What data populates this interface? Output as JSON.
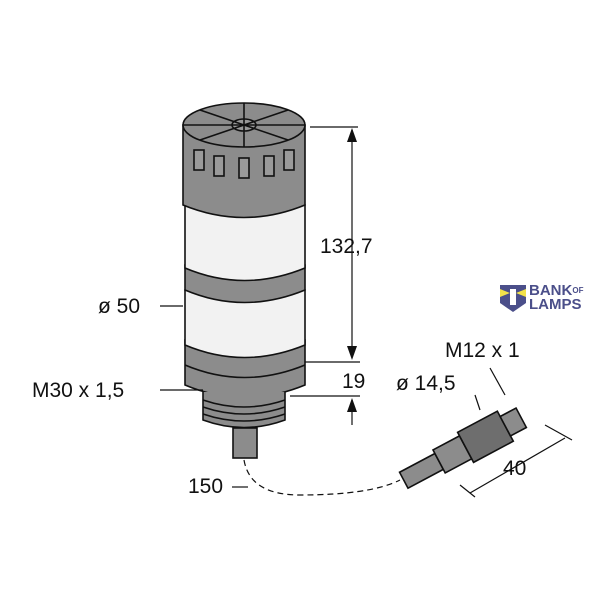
{
  "dimensions": {
    "height_total": "132,7",
    "diameter_body": "ø 50",
    "thread_body": "M30 x 1,5",
    "thread_height": "19",
    "connector_diameter": "ø 14,5",
    "connector_thread": "M12 x 1",
    "connector_length": "40",
    "cable_length": "150"
  },
  "logo": {
    "line1": "BANK",
    "of": "OF",
    "line2": "LAMPS"
  },
  "colors": {
    "body_gray": "#8c8c8c",
    "light_band": "#f2f2f2",
    "logo_blue": "#4b4f8a",
    "logo_yellow": "#f2e14a"
  }
}
